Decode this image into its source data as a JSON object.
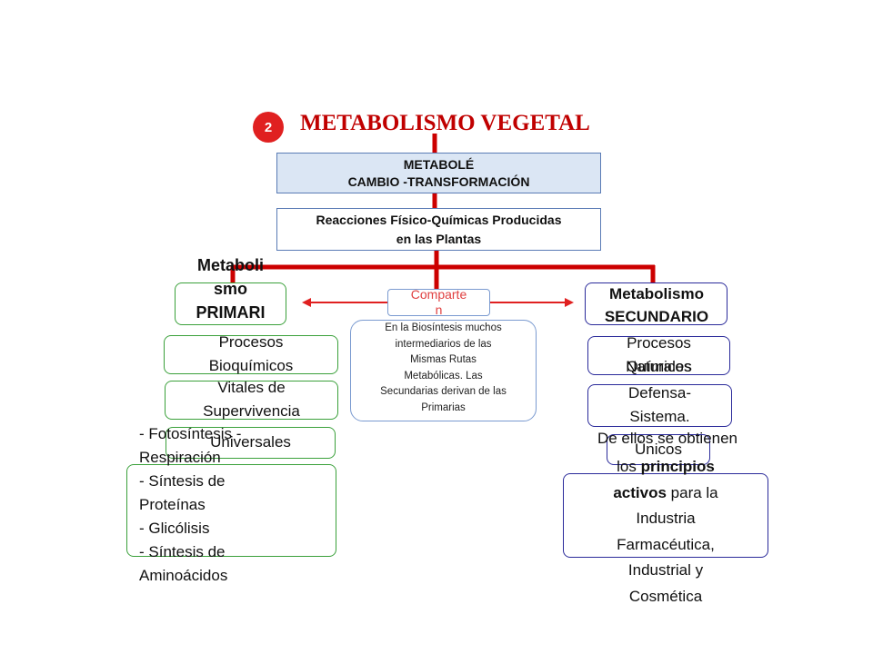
{
  "badge": "2",
  "title": "METABOLISMO  VEGETAL",
  "metabole": {
    "line1": "METABOLÉ",
    "line2": "CAMBIO -TRANSFORMACIÓN"
  },
  "reacciones": {
    "line1": "Reacciones Físico-Químicas  Producidas",
    "line2": "en las Plantas"
  },
  "primario": {
    "line1": "Metaboli",
    "line2": "smo",
    "line3": "PRIMARI"
  },
  "secundario": {
    "line1": "Metabolismo",
    "line2": "SECUNDARIO"
  },
  "comparten": {
    "line1": "Comparte",
    "line2": "n"
  },
  "biosintesis": {
    "line1": "En la Biosíntesis muchos",
    "line2": "intermediarios de las",
    "line3": "Mismas Rutas",
    "line4": "Metabólicas. Las",
    "line5": "Secundarias derivan de las",
    "line6": "Primarias"
  },
  "primario_procesos": {
    "p1_line1": "Procesos",
    "p1_line2": "Bioquímicos",
    "p2_line1": "Vitales de",
    "p2_line2": "Supervivencia",
    "p3": "Universales"
  },
  "primario_list": {
    "line1": "- Fotosíntesis -",
    "line2": "Respiración",
    "line3": "- Síntesis de",
    "line4": "Proteínas",
    "line5": "- Glicólisis",
    "line6": "- Síntesis de",
    "line7": "Aminoácidos"
  },
  "secundario_procesos": {
    "s1_line1": "Procesos",
    "s1_line2": "Químicos",
    "s1_overlap": "Naturales",
    "s2_line1": "Defensa-",
    "s2_line2": "Sistema.",
    "s3": "Únicos",
    "deellos": "De ellos se obtienen"
  },
  "industria": {
    "pre": "los ",
    "bold1": "principios",
    "bold2": "activos",
    "post2": " para la",
    "line3": "Industria",
    "line4": "Farmacéutica,",
    "line5": "Industrial y",
    "line6": "Cosmética"
  },
  "colors": {
    "connector_red": "#cc0000",
    "arrow_red": "#e02020",
    "title_red": "#c00000",
    "box_blue_fill": "#dbe6f4",
    "box_blue_border": "#5a7bb5",
    "green_border": "#3aa03a",
    "navy_border": "#2a2a9a",
    "comparten_text": "#e04040"
  }
}
